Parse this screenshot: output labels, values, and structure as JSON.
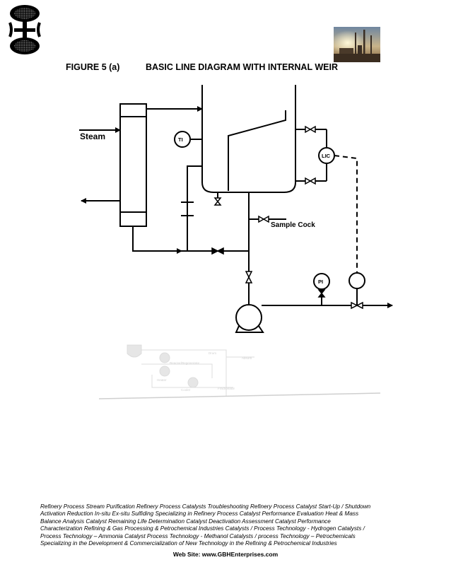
{
  "header": {
    "figure_label": "FIGURE 5 (a)",
    "figure_title": "BASIC LINE DIAGRAM WITH INTERNAL WEIR"
  },
  "diagram": {
    "labels": {
      "steam": "Steam",
      "ti": "TI",
      "lic": "LIC",
      "pi": "PI",
      "sample_cock": "Sample Cock"
    },
    "watermark": {
      "labels": [
        "Drum",
        "Absorb",
        "Reactor/Regenerator",
        "Heater",
        "Cooler",
        "Fractionator"
      ]
    }
  },
  "footer": {
    "lines": [
      "Refinery Process Stream Purification Refinery Process Catalysts Troubleshooting Refinery Process Catalyst Start-Up / Shutdown",
      " Activation   Reduction  In-situ  Ex-situ Sulfiding Specializing in Refinery Process Catalyst Performance Evaluation Heat & Mass",
      " Balance Analysis  Catalyst Remaining Life Determination  Catalyst Deactivation Assessment  Catalyst Performance",
      "Characterization  Refining  & Gas Processing &  Petrochemical Industries  Catalysts / Process Technology - Hydrogen  Catalysts /",
      "Process Technology – Ammonia  Catalyst Process Technology - Methanol  Catalysts / process Technology – Petrochemicals",
      "Specializing in the Development  & Commercialization of New Technology in the Refining &   Petrochemical Industries"
    ],
    "website": "Web Site: www.GBHEnterprises.com"
  },
  "colors": {
    "line": "#000000",
    "watermark": "#d8d8d8"
  }
}
